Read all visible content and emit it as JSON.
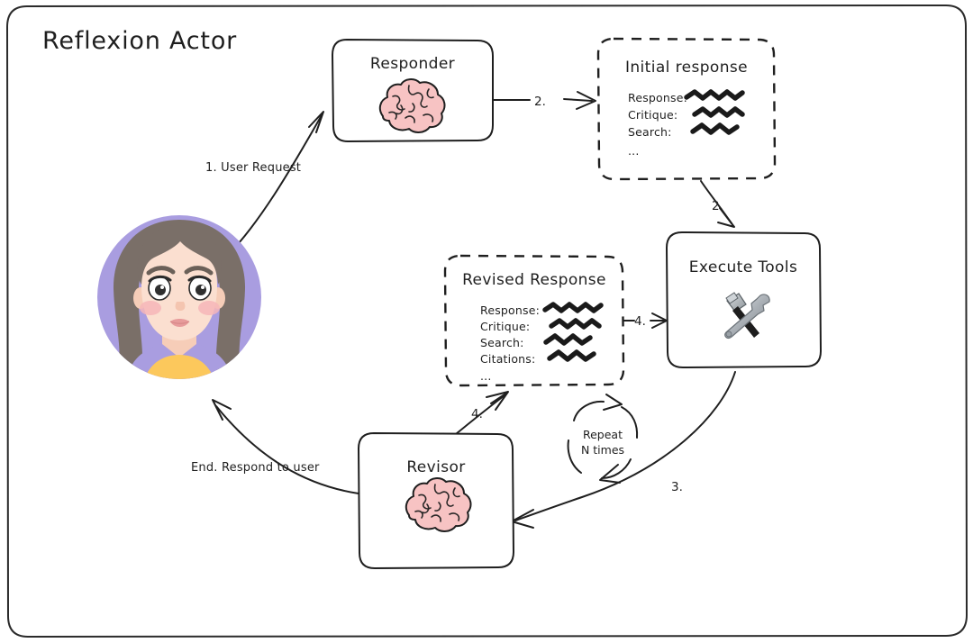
{
  "frame": {
    "title": "Reflexion Actor"
  },
  "nodes": {
    "user": {
      "name": "user-avatar",
      "icon": "woman-avatar-icon"
    },
    "responder": {
      "title": "Responder",
      "icon": "brain-icon"
    },
    "initial_response": {
      "title": "Initial response",
      "fields": [
        "Response:",
        "Critique:",
        "Search:"
      ],
      "ellipsis": "..."
    },
    "execute_tools": {
      "title": "Execute Tools",
      "icon": "hammer-and-wrench-icon"
    },
    "revised_response": {
      "title": "Revised Response",
      "fields": [
        "Response:",
        "Critique:",
        "Search:",
        "Citations:"
      ],
      "ellipsis": "..."
    },
    "revisor": {
      "title": "Revisor",
      "icon": "brain-icon"
    },
    "repeat_loop": {
      "line1": "Repeat",
      "line2": "N times",
      "icon": "circular-arrow-loop-icon"
    }
  },
  "edges": {
    "user_to_responder": "1. User Request",
    "responder_to_initial": "2.",
    "initial_to_tools": "2.",
    "tools_to_revisor": "3.",
    "revisor_to_revised": "4.",
    "revised_to_tools": "4.",
    "revisor_to_user": "End. Respond to user"
  },
  "colors": {
    "ink": "#1f1f1f",
    "brain_fill": "#f7c3c3",
    "avatar_ring": "#a99de0",
    "avatar_hair": "#7a6f68",
    "avatar_skin": "#fbdfd0",
    "avatar_shirt": "#fcc85c"
  }
}
